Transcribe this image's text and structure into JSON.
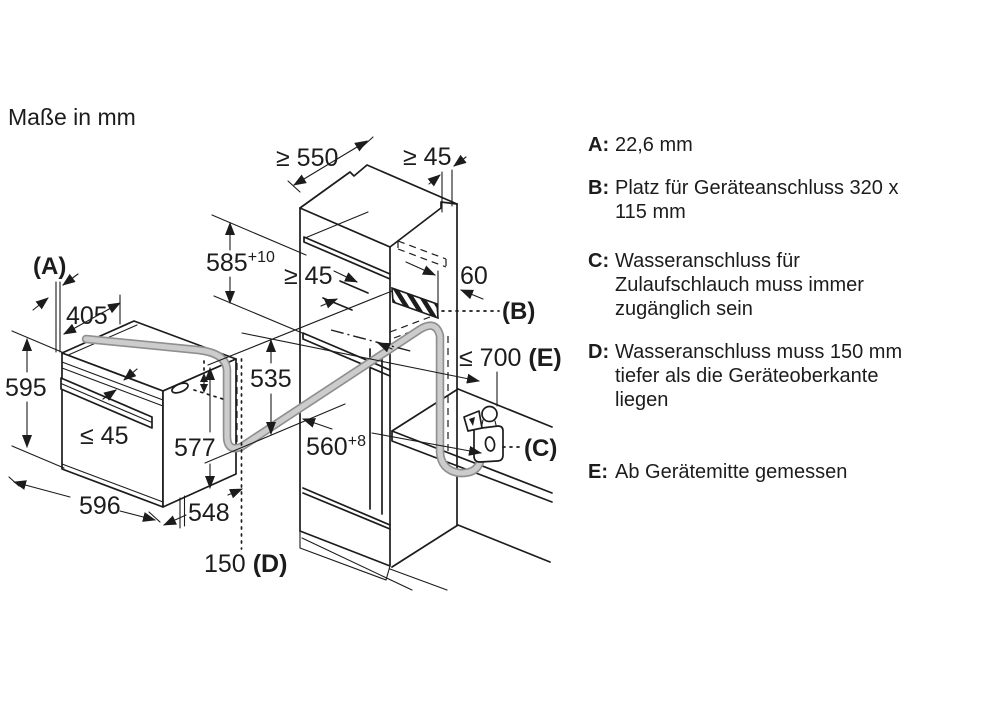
{
  "title": "Maße in mm",
  "colors": {
    "line": "#1c1c1c",
    "hose_fill": "#cccccc",
    "hose_edge": "#8f8f8f"
  },
  "dimensions": {
    "label_a": "(A)",
    "oven_top_depth": "405",
    "oven_height": "595",
    "door_handle_gap": "≤ 45",
    "oven_width": "596",
    "oven_depth": "548",
    "oven_body_height": "577",
    "below_top_value": "150",
    "below_top_key": "(D)",
    "height_to_hose": "535",
    "niche_height": {
      "main": "585",
      "sup": "+10"
    },
    "niche_depth": {
      "main": "560",
      "sup": "+8"
    },
    "cabinet_depth": "≥ 550",
    "wall_gap_top": "≥ 45",
    "vent_gap": "≥ 45",
    "conn_offset": "60",
    "conn_space_key": "(B)",
    "water_conn_key": "(C)",
    "from_center_value": "≤ 700",
    "from_center_key": "(E)"
  },
  "legend": {
    "entries": [
      {
        "letter": "A:",
        "text": "22,6 mm"
      },
      {
        "letter": "B:",
        "text": "Platz für Geräteanschluss 320 x 115 mm"
      },
      {
        "letter": "C:",
        "text": "Wasseranschluss für Zulaufschlauch muss immer zugänglich sein"
      },
      {
        "letter": "D:",
        "text": "Wasseranschluss muss 150 mm tiefer als die Geräteoberkante liegen"
      },
      {
        "letter": "E:",
        "text": "Ab Gerätemitte gemessen"
      }
    ]
  }
}
